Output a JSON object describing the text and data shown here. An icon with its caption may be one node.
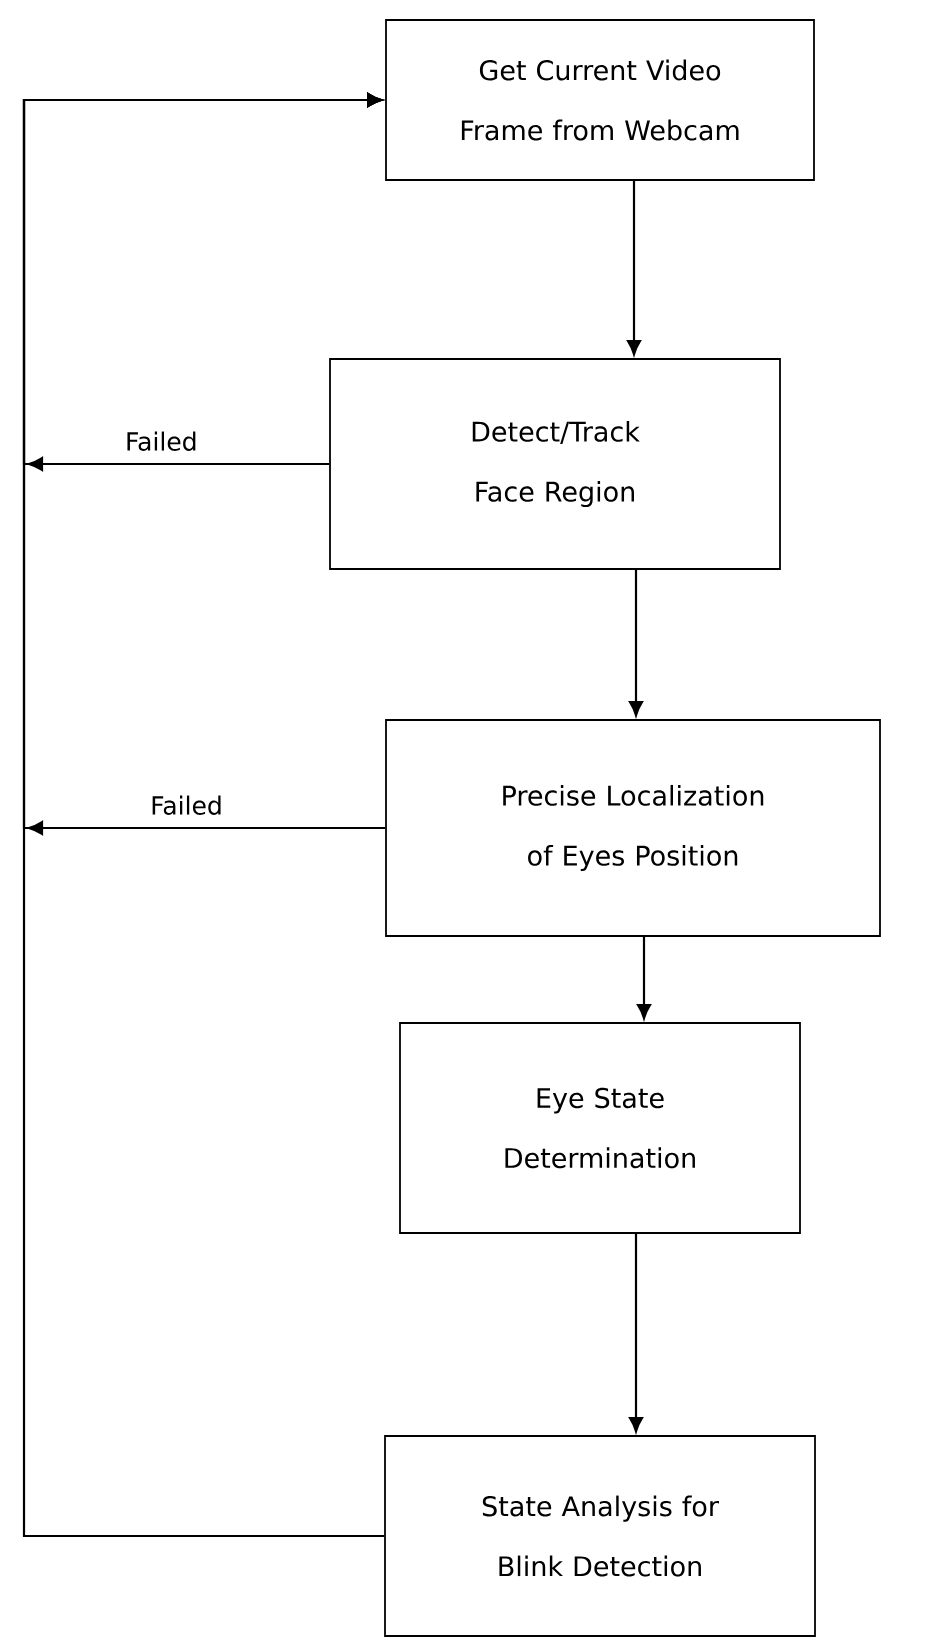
{
  "diagram": {
    "nodes": [
      {
        "text": [
          "Get Current Video Frame from Webcam"
        ]
      },
      {
        "text": [
          "Detect/Track Face Region"
        ]
      },
      {
        "text": [
          "Precise Localization of Eyes Position"
        ]
      },
      {
        "text": [
          "Eye State Determination"
        ]
      },
      {
        "text": [
          "State Analysis for Blink Detection"
        ]
      }
    ],
    "edges": [
      {
        "from": 0,
        "to": 1,
        "arrow": "to"
      },
      {
        "from": 1,
        "to": 2,
        "arrow": "to"
      },
      {
        "from": 2,
        "to": 3,
        "arrow": "to"
      },
      {
        "from": 3,
        "to": 4,
        "arrow": "to"
      },
      {
        "from": 4,
        "to": 0,
        "arrow": "to"
      },
      {
        "from": 1,
        "to": 0,
        "arrow": "to",
        "label": "Failed"
      },
      {
        "from": 2,
        "to": 0,
        "arrow": "to",
        "label": "Failed"
      }
    ]
  }
}
